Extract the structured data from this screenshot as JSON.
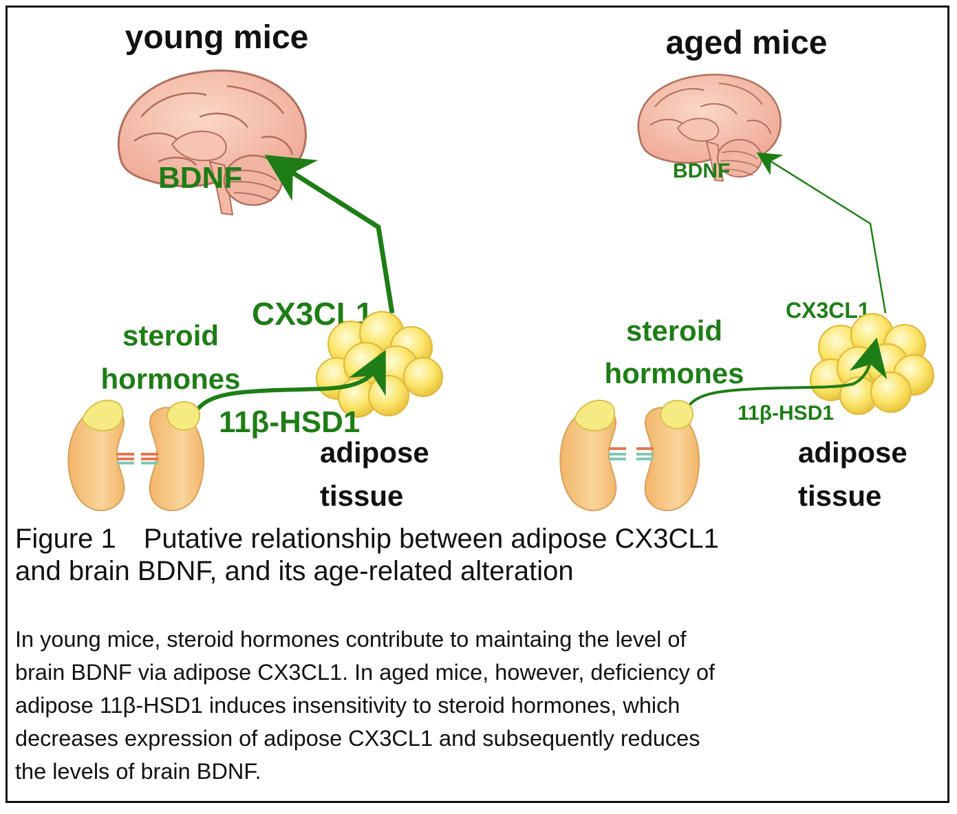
{
  "panels": {
    "young": {
      "title": "young mice",
      "bdnf": "BDNF",
      "cx3cl1": "CX3CL1",
      "steroid_line1": "steroid",
      "steroid_line2": "hormones",
      "hsd1": "11β-HSD1",
      "adipose_line1": "adipose",
      "adipose_line2": "tissue"
    },
    "aged": {
      "title": "aged mice",
      "bdnf": "BDNF",
      "cx3cl1": "CX3CL1",
      "steroid_line1": "steroid",
      "steroid_line2": "hormones",
      "hsd1": "11β-HSD1",
      "adipose_line1": "adipose",
      "adipose_line2": "tissue"
    }
  },
  "caption": {
    "title_line1": "Figure 1　Putative relationship between adipose CX3CL1",
    "title_line2": "and brain BDNF, and its age-related alteration",
    "body_line1": "In young mice, steroid hormones contribute to maintaing the level of",
    "body_line2": "brain BDNF via adipose CX3CL1. In aged mice, however, deficiency of",
    "body_line3": "adipose 11β-HSD1 induces insensitivity to steroid hormones, which",
    "body_line4": "decreases expression of adipose CX3CL1 and subsequently reduces",
    "body_line5": "the levels of brain BDNF."
  },
  "colors": {
    "arrow_green": "#1e7d16",
    "brain_fill": "#f4b8a4",
    "brain_stroke": "#b06f5e",
    "kidney_fill": "#f7c987",
    "adrenal_fill": "#f6ea82",
    "fat_fill": "#fbe56b",
    "text_black": "#111111"
  }
}
